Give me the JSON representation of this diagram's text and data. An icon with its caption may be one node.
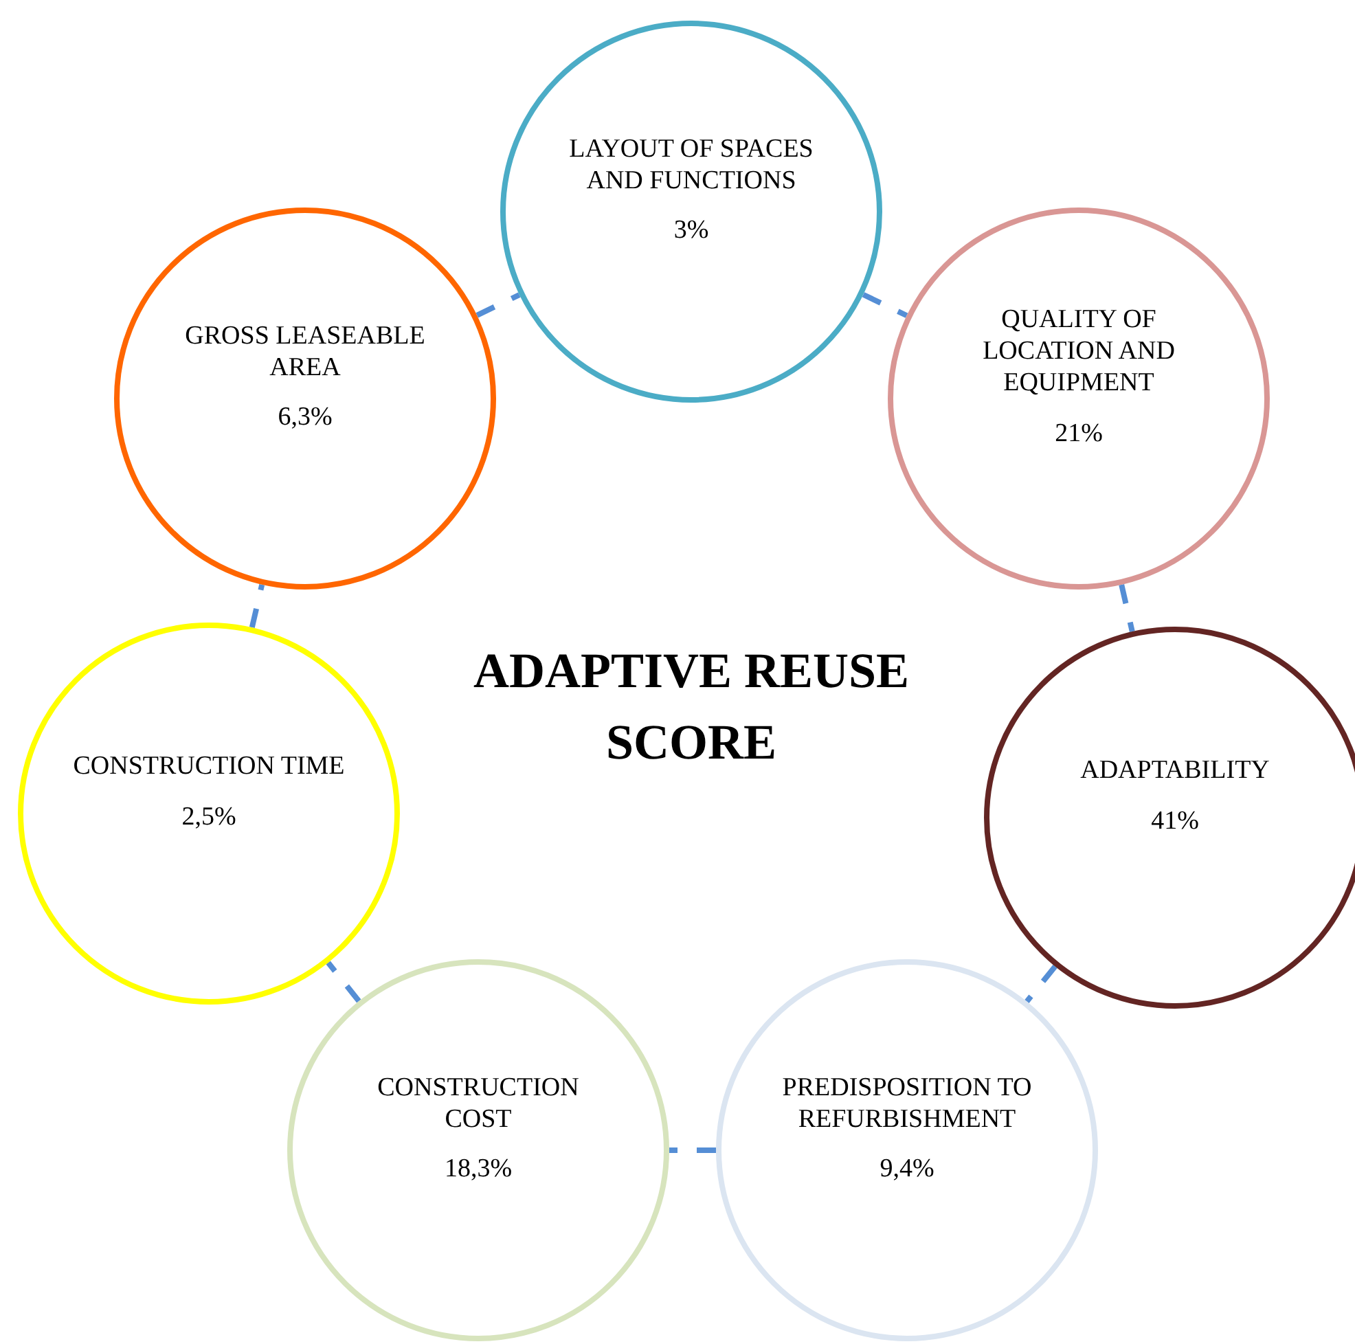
{
  "diagram": {
    "title": "ADAPTIVE REUSE SCORE",
    "nodes": [
      {
        "text": [
          "LAYOUT OF SPACES AND FUNCTIONS",
          "3%"
        ]
      },
      {
        "text": [
          "QUALITY OF LOCATION AND EQUIPMENT",
          "21%"
        ]
      },
      {
        "text": [
          "ADAPTABILITY",
          "41%"
        ]
      },
      {
        "text": [
          "PREDISPOSITION TO REFURBISHMENT",
          "9,4%"
        ]
      },
      {
        "text": [
          "CONSTRUCTION COST",
          "18,3%"
        ]
      },
      {
        "text": [
          "CONSTRUCTION TIME",
          "2,5%"
        ]
      },
      {
        "text": [
          "GROSS LEASEABLE AREA",
          "6,3%"
        ]
      }
    ],
    "edges": [
      {
        "from": 0,
        "to": 1,
        "arrow": "none",
        "style": "dashed"
      },
      {
        "from": 1,
        "to": 2,
        "arrow": "none",
        "style": "dashed"
      },
      {
        "from": 2,
        "to": 3,
        "arrow": "none",
        "style": "dashed"
      },
      {
        "from": 3,
        "to": 4,
        "arrow": "none",
        "style": "dashed"
      },
      {
        "from": 4,
        "to": 5,
        "arrow": "none",
        "style": "dashed"
      },
      {
        "from": 5,
        "to": 6,
        "arrow": "none",
        "style": "dashed"
      },
      {
        "from": 6,
        "to": 0,
        "arrow": "none",
        "style": "dashed"
      }
    ]
  }
}
